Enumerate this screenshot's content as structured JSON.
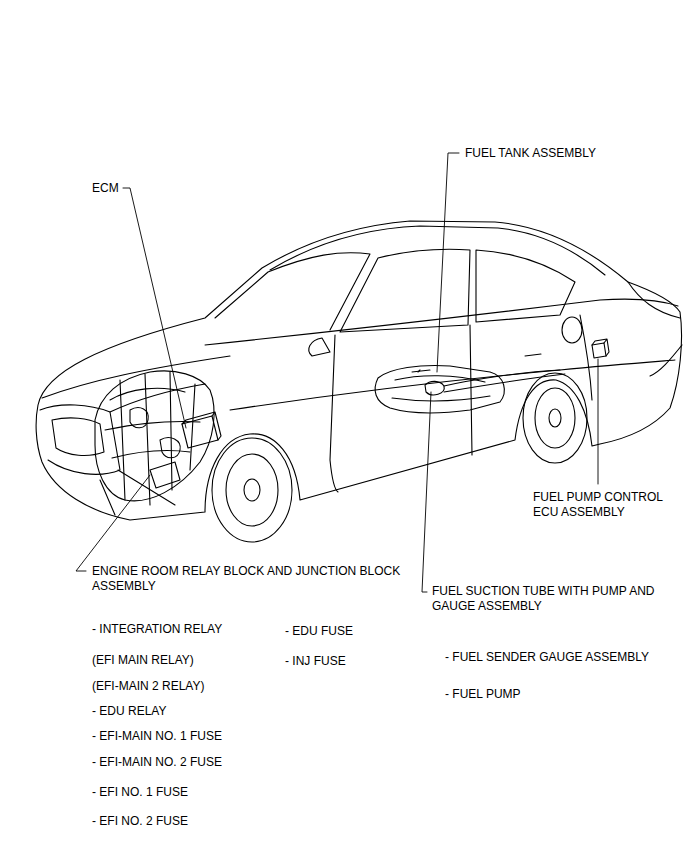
{
  "diagram": {
    "labels": [
      "ECM",
      "FUEL TANK ASSEMBLY",
      "FUEL PUMP CONTROL ECU ASSEMBLY",
      "ENGINE ROOM RELAY BLOCK AND JUNCTION BLOCK ASSEMBLY",
      "FUEL SUCTION TUBE WITH PUMP AND GAUGE ASSEMBLY",
      "- INTEGRATION RELAY",
      "(EFI MAIN RELAY)",
      "(EFI-MAIN 2 RELAY)",
      "- EDU RELAY",
      "- EFI-MAIN NO. 1 FUSE",
      "- EFI-MAIN NO. 2 FUSE",
      "- EFI NO. 1 FUSE",
      "- EFI NO. 2 FUSE",
      "- EDU FUSE",
      "- INJ FUSE",
      "- FUEL SENDER GAUGE ASSEMBLY",
      "- FUEL PUMP"
    ]
  }
}
